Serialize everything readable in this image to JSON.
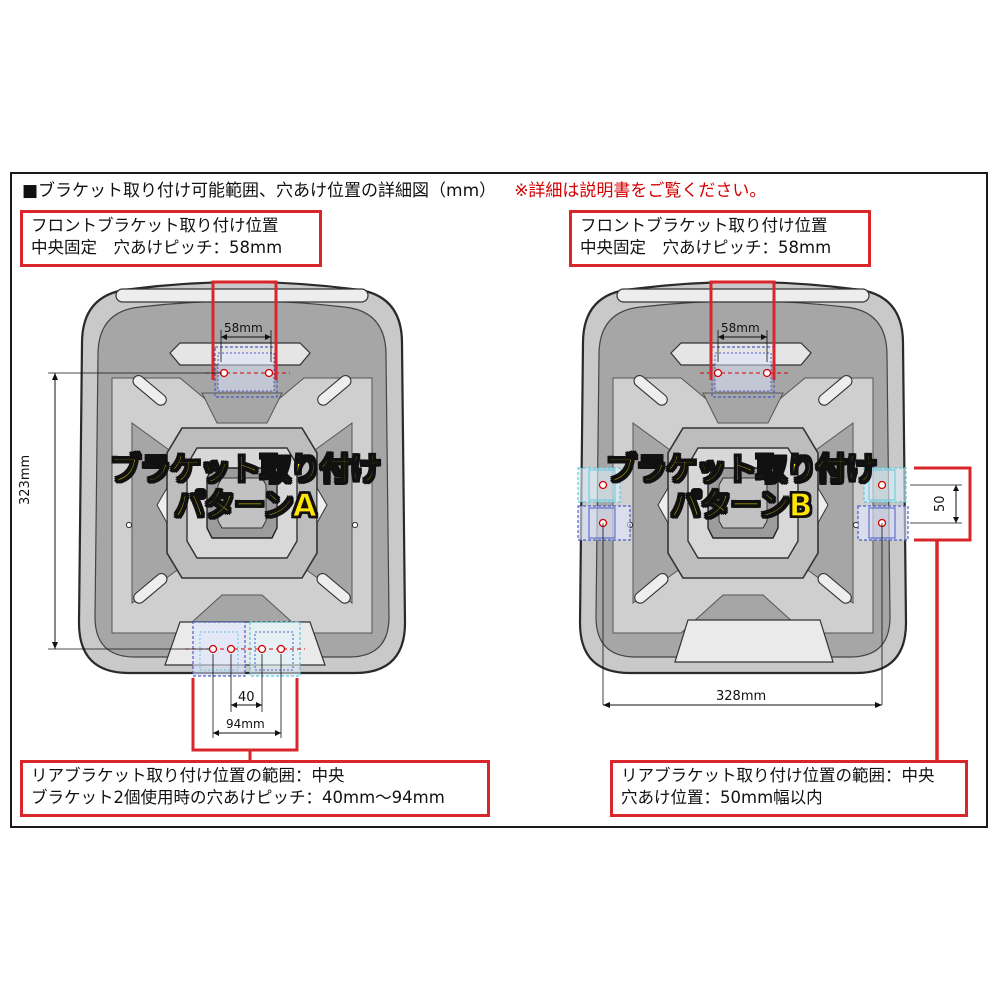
{
  "heading": {
    "title": "■ブラケット取り付け可能範囲、穴あけ位置の詳細図（mm）",
    "note": "※詳細は説明書をご覧ください。"
  },
  "pattern_a": {
    "front_box": [
      "フロントブラケット取り付け位置",
      "中央固定　穴あけピッチ：58mm"
    ],
    "label_line1": "ブラケット取り付け",
    "label_line2": "パターンA",
    "dim_58": "58mm",
    "dim_323": "323mm",
    "dim_40": "40",
    "dim_94": "94mm",
    "rear_box": [
      "リアブラケット取り付け位置の範囲：中央",
      "ブラケット2個使用時の穴あけピッチ：40mm〜94mm"
    ]
  },
  "pattern_b": {
    "front_box": [
      "フロントブラケット取り付け位置",
      "中央固定　穴あけピッチ：58mm"
    ],
    "label_line1": "ブラケット取り付け",
    "label_line2": "パターンB",
    "dim_58": "58mm",
    "dim_50": "50",
    "dim_328": "328mm",
    "rear_box": [
      "リアブラケット取り付け位置の範囲：中央",
      "穴あけ位置：50mm幅以内"
    ]
  },
  "colors": {
    "highlight_red": "#d9262b",
    "note_red": "#d40000",
    "label_yellow": "#ffe500",
    "plate_grey": "#c8c8c8",
    "bracket_blue": "#4a5ec8",
    "bracket_cyan": "#5ec8e0"
  }
}
